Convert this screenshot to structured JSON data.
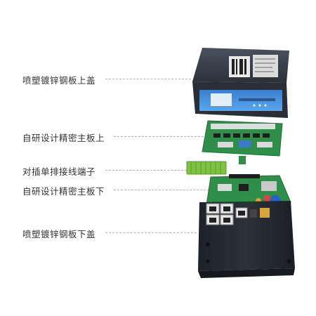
{
  "labels": {
    "top_cover": "喷塑镀锌钢板上盖",
    "upper_board": "自研设计精密主板上",
    "terminal_block": "对插单排接线端子",
    "lower_board": "自研设计精密主板下",
    "bottom_cover": "喷塑镀锌钢板下盖"
  },
  "colors": {
    "enclosure": "#2e3440",
    "pcb": "#2f8f4a",
    "terminal": "#7dc243",
    "faceplate": "#4a90d9",
    "leader_line": "#b5b5b5"
  }
}
